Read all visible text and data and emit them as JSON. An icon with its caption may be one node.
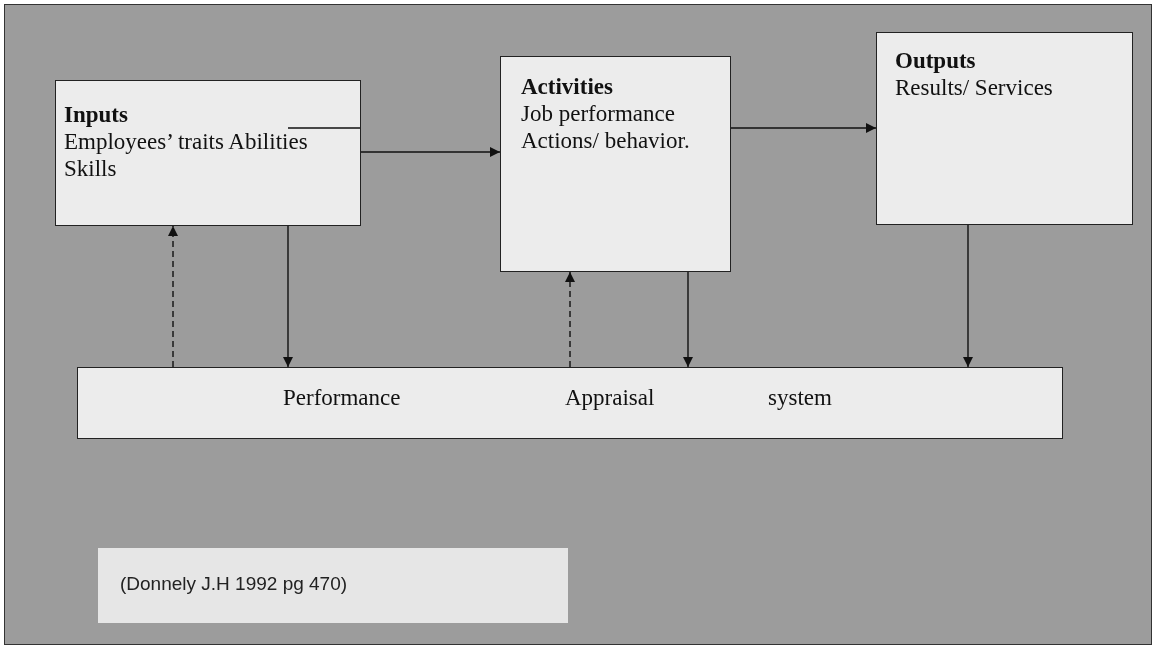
{
  "diagram": {
    "nodes": [
      {
        "text": [
          "Inputs",
          "Employees’ traits Abilities Skills"
        ]
      },
      {
        "text": [
          "Activities",
          "Job performance Actions/ behavior."
        ]
      },
      {
        "text": [
          "Outputs",
          "Results/ Services"
        ]
      },
      {
        "text": [
          "Performance",
          "Appraisal",
          "system"
        ]
      },
      {
        "text": [
          "(Donnely J.H 1992 pg 470)"
        ]
      }
    ],
    "edges": [
      {
        "from": 0,
        "to": 1,
        "arrow": "to"
      },
      {
        "from": 1,
        "to": 2,
        "arrow": "to"
      },
      {
        "from": 0,
        "to": 3,
        "arrow": "to"
      },
      {
        "from": 3,
        "to": 0,
        "arrow": "to",
        "style": "dashed"
      },
      {
        "from": 1,
        "to": 3,
        "arrow": "to"
      },
      {
        "from": 3,
        "to": 1,
        "arrow": "to",
        "style": "dashed"
      },
      {
        "from": 2,
        "to": 3,
        "arrow": "to"
      }
    ]
  }
}
